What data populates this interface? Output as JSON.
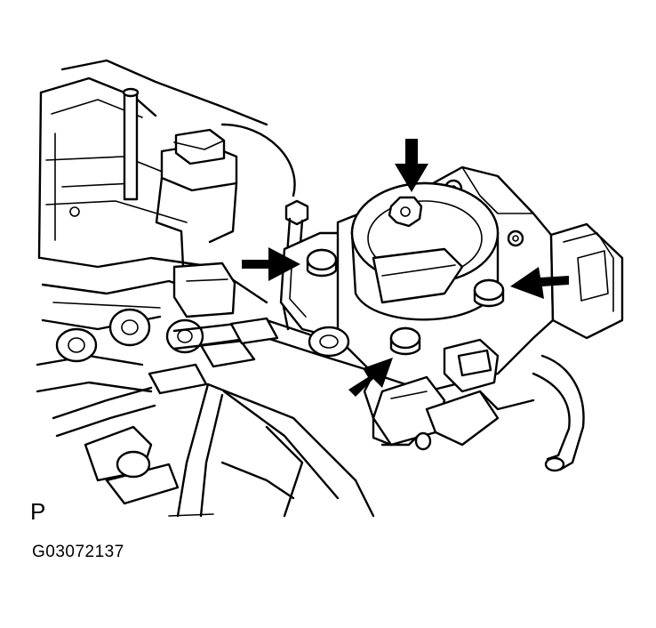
{
  "labels": {
    "view_letter": "P",
    "figure_code": "G03072137"
  },
  "colors": {
    "ink": "#000000",
    "background": "#ffffff"
  },
  "icons": [
    "bolt-location-arrow"
  ]
}
